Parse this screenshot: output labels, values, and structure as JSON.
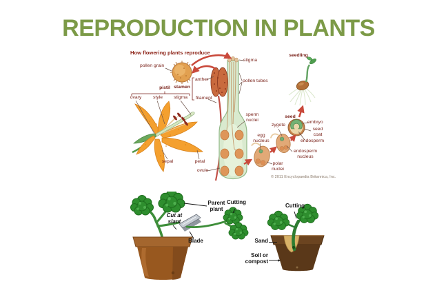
{
  "slide": {
    "title": "REPRODUCTION IN PLANTS"
  },
  "flower_diagram": {
    "heading": "How flowering plants reproduce",
    "credit": "© 2011 Encyclopaedia Britannica, Inc.",
    "labels": {
      "pollen_grain": "pollen grain",
      "stigma_top": "stigma",
      "pollen_tubes": "pollen tubes",
      "stamen": "stamen",
      "anther": "anther",
      "filament": "filament",
      "pistil": "pistil",
      "ovary": "ovary",
      "style": "style",
      "stigma": "stigma",
      "sepal": "sepal",
      "petal": "petal",
      "ovule": "ovule",
      "sperm_nuclei": "sperm nuclei",
      "egg_nucleus": "egg nucleus",
      "polar_nuclei": "polar nuclei",
      "zygote": "zygote",
      "endosperm_nucleus": "endosperm nucleus",
      "seed": "seed",
      "embryo": "embryo",
      "seed_coat": "seed coat",
      "endosperm": "endosperm",
      "seedling": "seedling"
    }
  },
  "cutting_diagram": {
    "left": {
      "parent_plant": "Parent plant",
      "cutting": "Cutting",
      "cut_at_slant": "Cut at slant",
      "blade": "Blade"
    },
    "right": {
      "cutting": "Cutting",
      "sand": "Sand",
      "soil_or_compost": "Soil or compost"
    }
  },
  "colors": {
    "title_green": "#7C9A47",
    "diagram_label_red": "#7B241C",
    "arrow_red": "#C9493B",
    "flower_orange": "#F4A02F",
    "leaf_green": "#2E8E2E",
    "pot_terracotta": "#98581F",
    "pot_dark_brown": "#5A3819",
    "sand_tan": "#D8B268"
  }
}
